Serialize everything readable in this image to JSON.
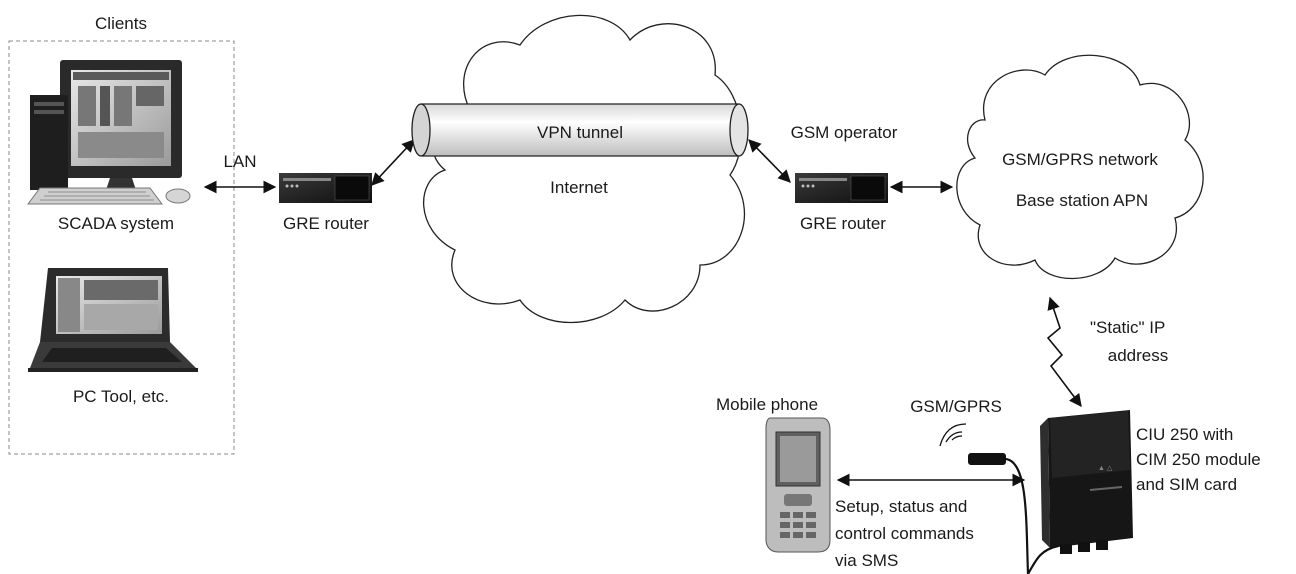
{
  "clients": {
    "title": "Clients",
    "scada_label": "SCADA system",
    "pctool_label": "PC Tool, etc."
  },
  "links": {
    "lan": "LAN",
    "vpn_tunnel": "VPN tunnel",
    "internet": "Internet",
    "gsm_operator": "GSM operator",
    "static_ip_line1": "\"Static\" IP",
    "static_ip_line2": "address",
    "gsm_gprs": "GSM/GPRS"
  },
  "routers": {
    "left_label": "GRE router",
    "right_label": "GRE router"
  },
  "network": {
    "line1": "GSM/GPRS network",
    "line2": "Base station APN"
  },
  "mobile": {
    "label": "Mobile phone",
    "sms_line1": "Setup, status and",
    "sms_line2": "control commands",
    "sms_line3": "via SMS"
  },
  "ciu": {
    "line1": "CIU 250 with",
    "line2": "CIM 250 module",
    "line3": "and SIM card"
  }
}
